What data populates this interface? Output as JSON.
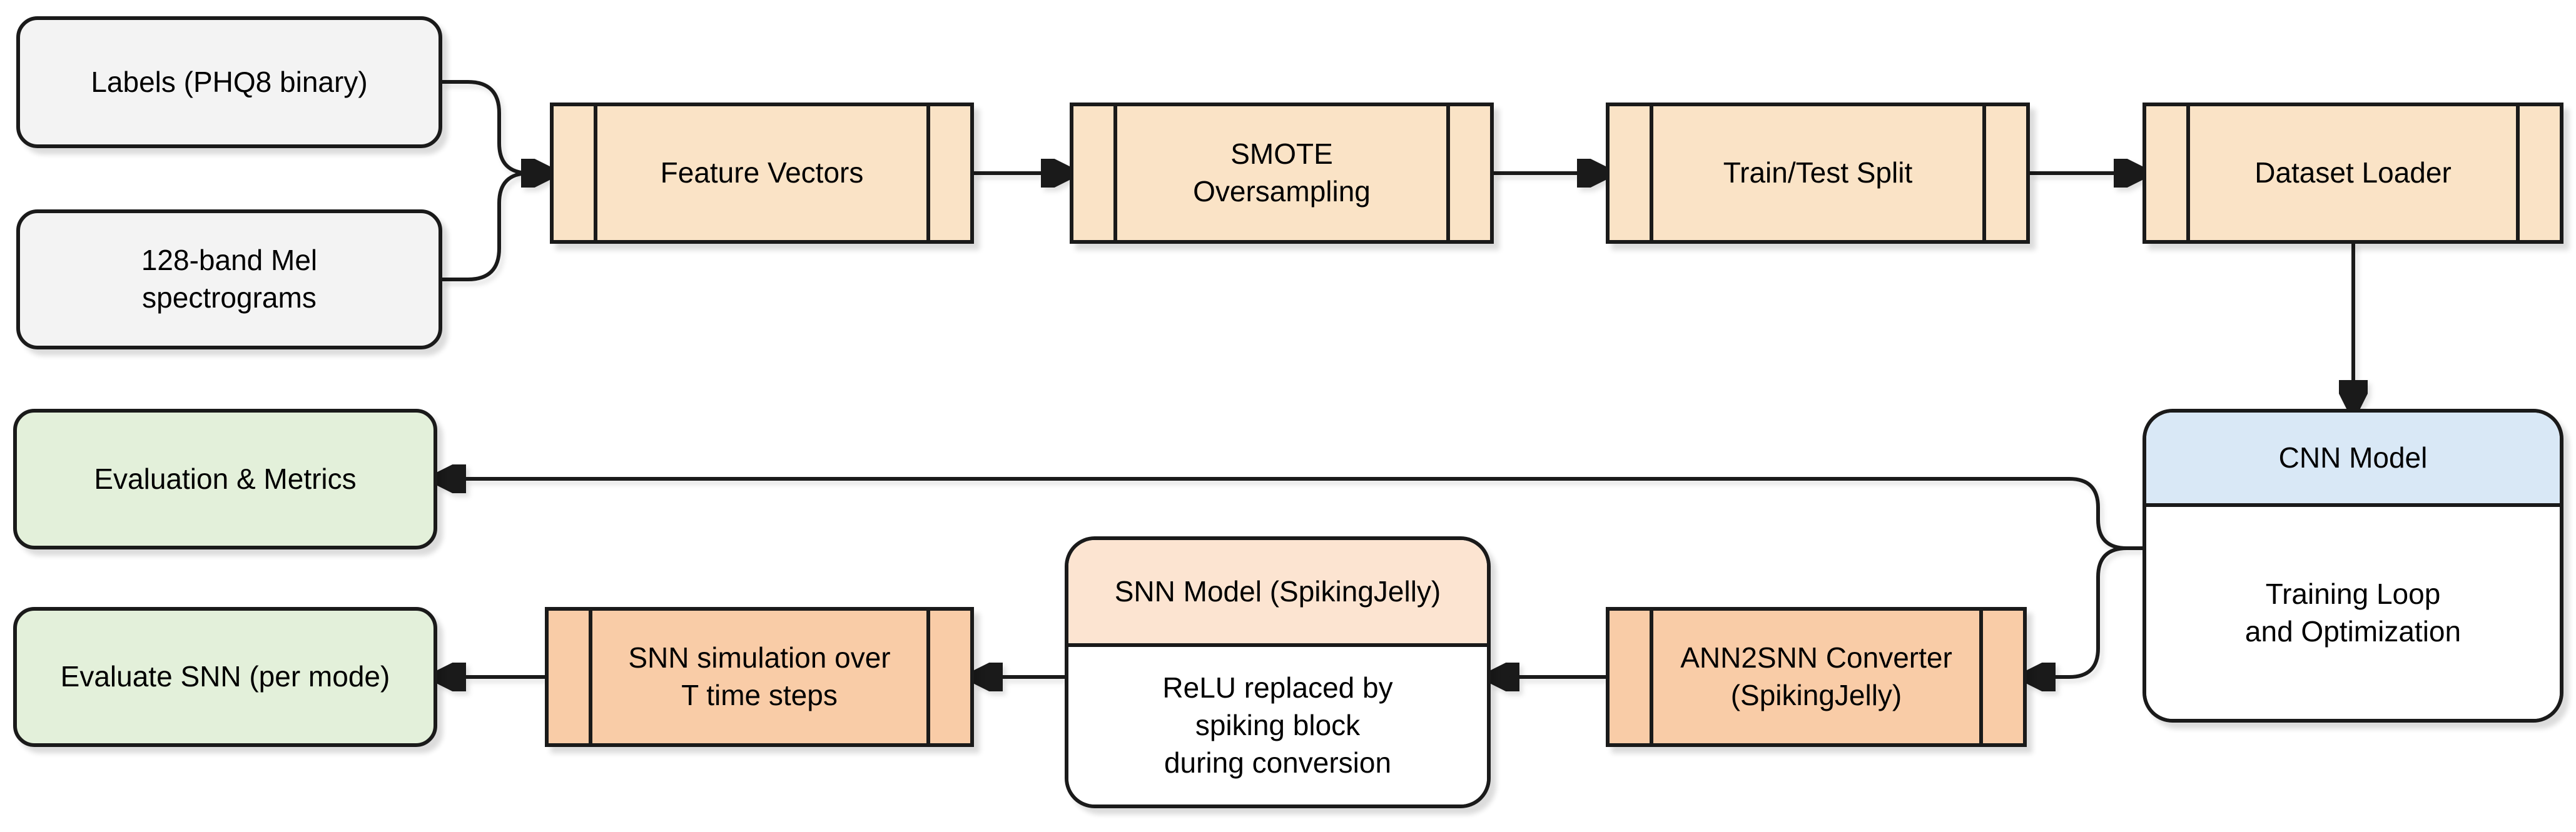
{
  "diagram": {
    "nodes": {
      "labels": {
        "label": "Labels (PHQ8 binary)"
      },
      "mel": {
        "label": "128-band Mel\nspectrograms"
      },
      "feature_vectors": {
        "label": "Feature Vectors"
      },
      "smote": {
        "label": "SMOTE\nOversampling"
      },
      "train_test": {
        "label": "Train/Test Split"
      },
      "dataset_loader": {
        "label": "Dataset Loader"
      },
      "cnn": {
        "title": "CNN Model",
        "body": "Training Loop\nand Optimization"
      },
      "eval_metrics": {
        "label": "Evaluation & Metrics"
      },
      "evaluate_snn": {
        "label": "Evaluate SNN (per mode)"
      },
      "snn_sim": {
        "label": "SNN simulation over\nT time steps"
      },
      "snn_model": {
        "title": "SNN Model (SpikingJelly)",
        "body": "ReLU replaced by\nspiking block\nduring conversion"
      },
      "ann2snn": {
        "label": "ANN2SNN Converter\n(SpikingJelly)"
      }
    },
    "colors": {
      "peach": "#fae3c6",
      "orange": "#f9cca7",
      "green": "#e3f0da",
      "blue_header": "#d9e8f6",
      "pink_header": "#fce4d1",
      "gray": "#f3f3f3",
      "stroke": "#1a1a1a",
      "background": "#ffffff",
      "text": "#000000"
    }
  }
}
